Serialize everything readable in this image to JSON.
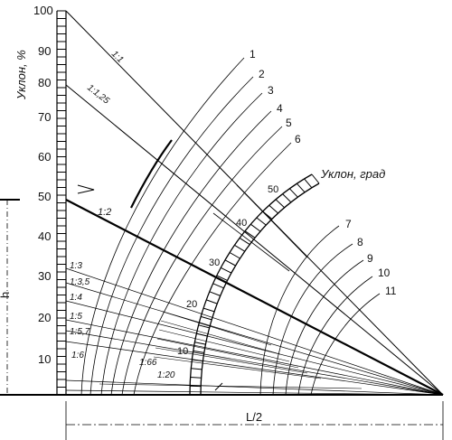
{
  "y_axis": {
    "title": "Уклон, %",
    "ticks": [
      "10",
      "20",
      "30",
      "40",
      "50",
      "60",
      "70",
      "80",
      "90",
      "100"
    ]
  },
  "arc_scale": {
    "title": "Уклон, град",
    "ticks": [
      "10",
      "20",
      "30",
      "40",
      "50"
    ]
  },
  "curves_left": [
    "1",
    "2",
    "3",
    "4",
    "5",
    "6"
  ],
  "curves_right": [
    "7",
    "8",
    "9",
    "10",
    "11"
  ],
  "slope_ratios": {
    "r1_1": "1:1",
    "r1_1_25": "1:1,25",
    "r1_2": "1:2",
    "r1_3": "1:3",
    "r1_3_5": "1:3,5",
    "r1_4": "1:4",
    "r1_5": "1:5",
    "r1_5_7": "1:5,7",
    "r1_6": "1:6",
    "r1_66": "1:66",
    "r1_20": "1:20"
  },
  "dimensions": {
    "height": "h",
    "half_span": "L/2"
  }
}
